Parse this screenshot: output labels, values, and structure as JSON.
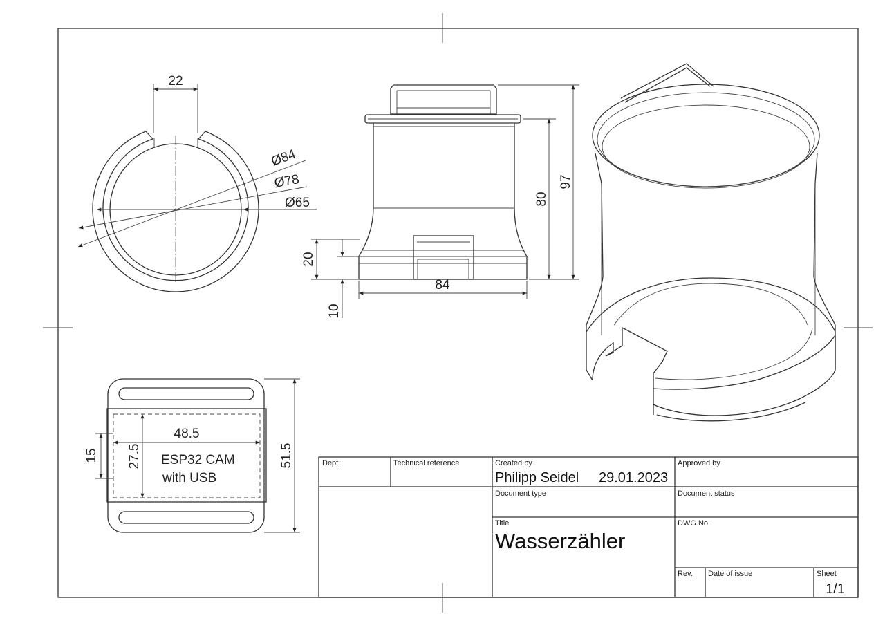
{
  "dimensions": {
    "top_view": {
      "slot_width": "22",
      "dia_outer": "Ø84",
      "dia_mid": "Ø78",
      "dia_inner": "Ø65"
    },
    "front_view": {
      "height_total": "97",
      "height_body": "80",
      "height_base": "20",
      "height_foot": "10",
      "width_base": "84"
    },
    "board_view": {
      "width": "48.5",
      "height": "27.5",
      "offset": "15",
      "outer_height": "51.5",
      "label_line1": "ESP32 CAM",
      "label_line2": "with USB"
    }
  },
  "title_block": {
    "dept_label": "Dept.",
    "tech_ref_label": "Technical reference",
    "created_by_label": "Created by",
    "created_by_name": "Philipp Seidel",
    "created_date": "29.01.2023",
    "approved_by_label": "Approved by",
    "doc_type_label": "Document type",
    "doc_status_label": "Document status",
    "title_label": "Title",
    "title_value": "Wasserzähler",
    "dwg_no_label": "DWG No.",
    "rev_label": "Rev.",
    "date_issue_label": "Date of issue",
    "sheet_label": "Sheet",
    "sheet_value": "1/1"
  }
}
